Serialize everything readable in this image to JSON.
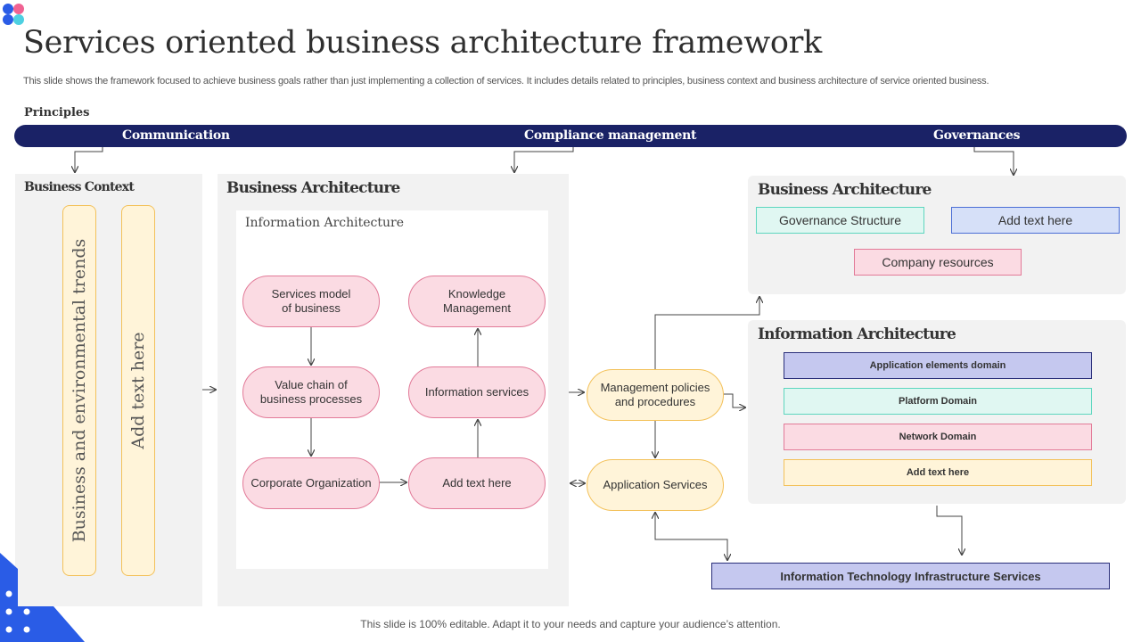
{
  "title": "Services oriented business architecture framework",
  "subtitle": "This slide shows the framework focused to achieve business goals rather than just implementing a collection of services. It includes details related to principles, business context and business architecture of service oriented business.",
  "principles": {
    "label": "Principles",
    "items": [
      "Communication",
      "Compliance management",
      "Governances"
    ]
  },
  "business_context": {
    "title": "Business Context",
    "pill_1": "Business and environmental trends",
    "pill_2": "Add text here"
  },
  "business_architecture_left": {
    "title": "Business Architecture",
    "info_arch_title": "Information Architecture",
    "nodes": {
      "services_model": "Services model\nof business",
      "knowledge_mgmt": "Knowledge\nManagement",
      "value_chain": "Value chain of\nbusiness processes",
      "info_services": "Information  services",
      "corporate_org": "Corporate  Organization",
      "add_text": "Add text here"
    }
  },
  "middle": {
    "mgmt_policies": "Management policies\nand procedures",
    "app_services": "Application Services"
  },
  "business_architecture_right": {
    "title": "Business Architecture",
    "governance_structure": "Governance Structure",
    "add_text": "Add text here",
    "company_resources": "Company resources"
  },
  "information_architecture_right": {
    "title": "Information Architecture",
    "items": [
      "Application elements domain",
      "Platform Domain",
      "Network Domain",
      "Add text here"
    ]
  },
  "it_infra": "Information Technology Infrastructure  Services",
  "footer": "This slide is 100% editable. Adapt it to your needs and capture your audience’s attention.",
  "colors": {
    "navy": "#1a2266",
    "panel_bg": "#f2f2f2",
    "pink_fill": "#fbdbe3",
    "pink_border": "#e27a98",
    "yellow_fill": "#fff4d9",
    "yellow_border": "#f3c15a",
    "teal_fill": "#e0f7f2",
    "teal_border": "#5ed6bf",
    "blue_fill": "#d6e0f8",
    "blue_border": "#4c6fd6",
    "lavender_fill": "#c5c8ef",
    "lavender_border": "#2a2f7a",
    "accent_blue": "#2a5ce6"
  }
}
